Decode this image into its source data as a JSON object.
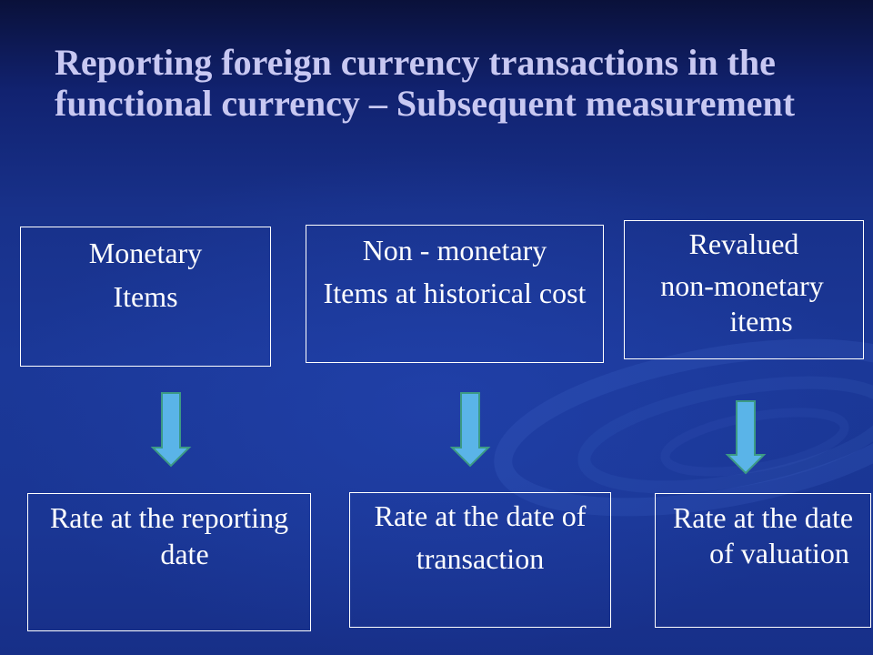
{
  "slide": {
    "title_lines": [
      "Reporting foreign currency transactions in the",
      "functional currency – Subsequent measurement"
    ]
  },
  "categories": [
    {
      "lines": [
        "Monetary",
        "Items"
      ]
    },
    {
      "lines": [
        "Non - monetary",
        "Items at historical cost"
      ]
    },
    {
      "lines": [
        "Revalued",
        "non-monetary",
        "items"
      ]
    }
  ],
  "rates": [
    {
      "lines": [
        "Rate at the reporting",
        "date"
      ]
    },
    {
      "lines": [
        "Rate at the date of",
        "transaction"
      ]
    },
    {
      "lines": [
        "Rate at the date",
        "of valuation"
      ]
    }
  ],
  "theme": {
    "title_color": "#c8c8f2",
    "text_color": "#ffffff",
    "box_border_color": "#ffffff",
    "arrow_fill": "#5ab4e8",
    "arrow_stroke": "#3c9a84"
  }
}
